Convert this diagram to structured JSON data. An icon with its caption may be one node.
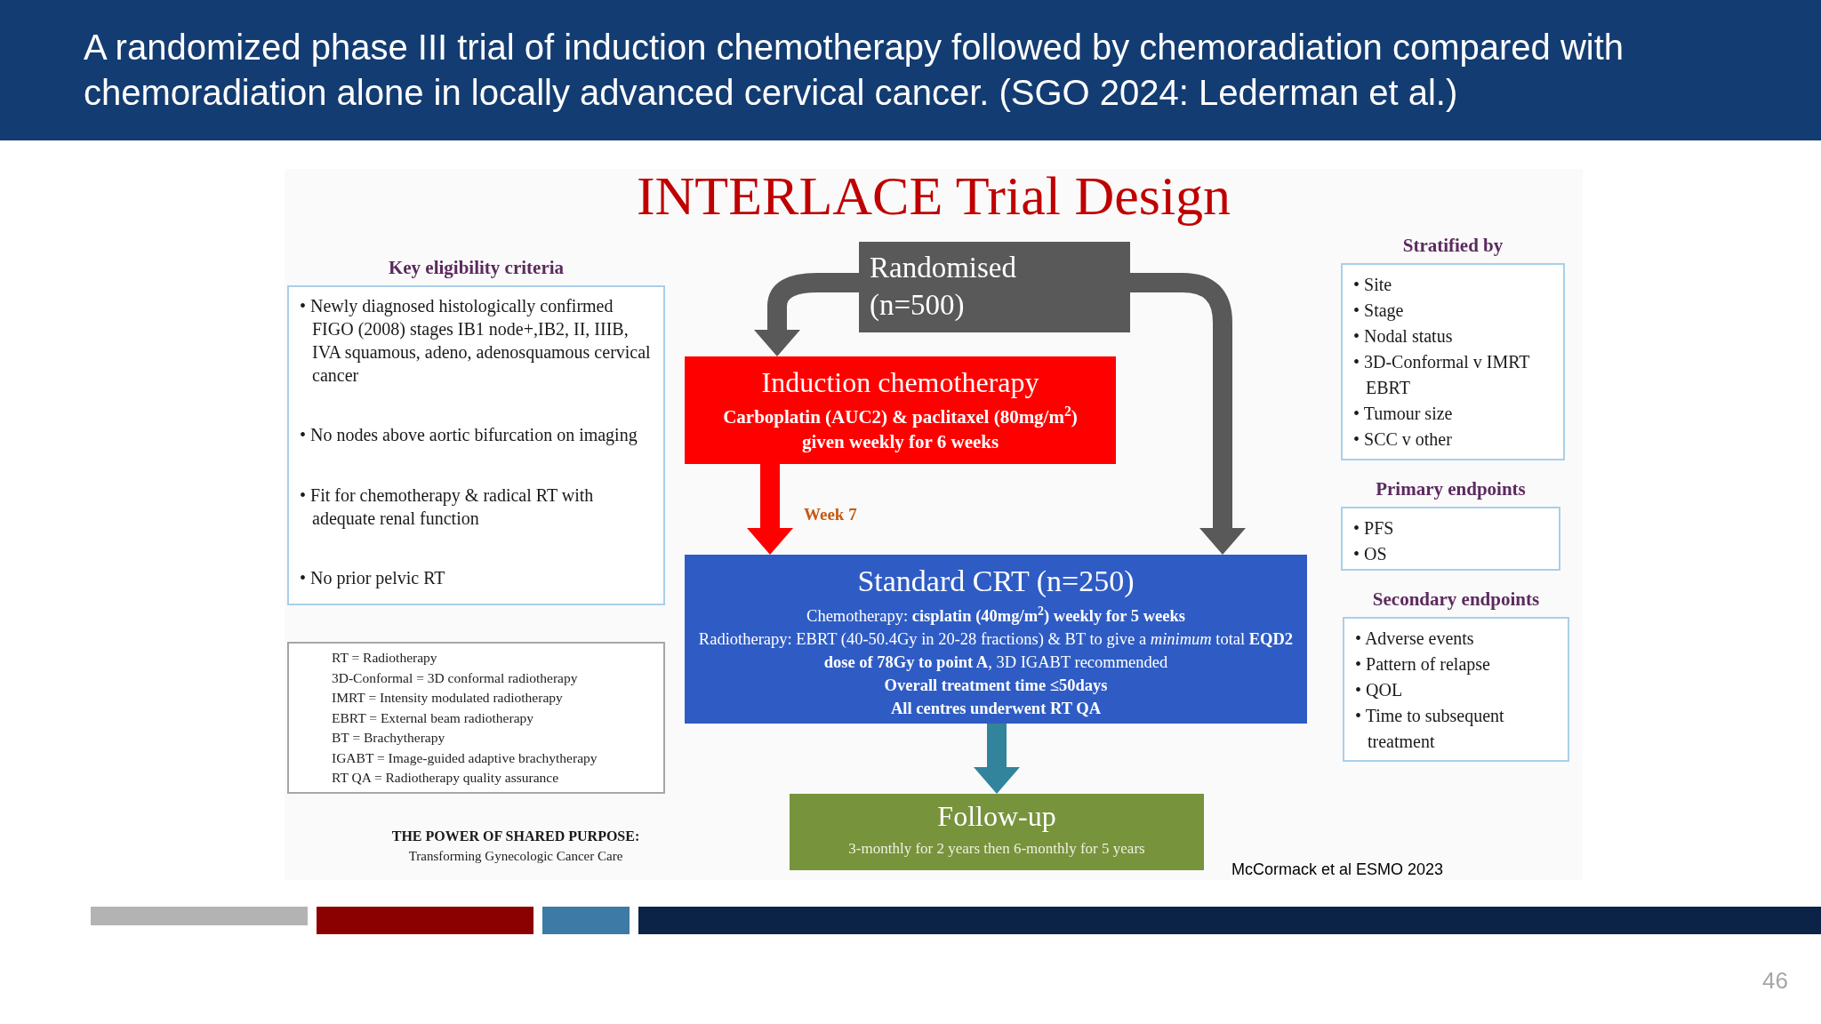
{
  "diagram": {
    "title": "INTERLACE Trial Design",
    "nodes": [
      {
        "text": [
          "Key eligibility criteria",
          "• Newly diagnosed histologically confirmed FIGO (2008) stages IB1 node+,IB2, II, IIIB, IVA squamous, adeno, adenosquamous cervical cancer",
          "• No nodes above aortic bifurcation on imaging",
          "• Fit for chemotherapy & radical RT with adequate renal function",
          "• No prior pelvic RT"
        ]
      },
      {
        "text": [
          "Randomised (n=500)"
        ]
      },
      {
        "text": [
          "Induction chemotherapy",
          "Carboplatin (AUC2) & paclitaxel (80mg/m$^{2}$) given weekly for 6 weeks"
        ]
      },
      {
        "text": [
          "Standard CRT (n=250)",
          "Chemotherapy: **cisplatin (40mg/m$^{2}$) weekly for 5 weeks**",
          "Radiotherapy: EBRT (40-50.4Gy in 20-28 fractions) & BT to give a *minimum* total **EQD2 dose of 78Gy to point A**, 3D IGABT recommended",
          "Overall treatment time ≤50days",
          "All centres underwent RT QA"
        ]
      },
      {
        "text": [
          "RT = Radiotherapy",
          "3D-Conformal = 3D conformal radiotherapy",
          "IMRT = Intensity modulated radiotherapy",
          "EBRT = External beam radiotherapy",
          "BT = Brachytherapy",
          "IGABT = Image-guided adaptive brachytherapy",
          "RT QA = Radiotherapy quality assurance"
        ]
      },
      {
        "text": [
          "Follow-up",
          "3-monthly for 2 years then 6-monthly for 5 years"
        ]
      },
      {
        "text": [
          "Stratified by",
          "• Site",
          "• Stage",
          "• Nodal status",
          "• 3D-Conformal v IMRT EBRT",
          "• Tumour size",
          "• SCC v other"
        ]
      },
      {
        "text": [
          "Primary endpoints",
          "• PFS",
          "• OS"
        ]
      },
      {
        "text": [
          "Secondary endpoints",
          "• Adverse events",
          "• Pattern of relapse",
          "• QOL",
          "• Time to subsequent treatment"
        ]
      }
    ],
    "edges": [
      {
        "from": 1,
        "to": 2,
        "arrow": "to"
      },
      {
        "from": 2,
        "to": 3,
        "arrow": "to",
        "label": "Week 7",
        "color": "#ff0000"
      },
      {
        "from": 1,
        "to": 3,
        "arrow": "to"
      },
      {
        "from": 3,
        "to": 5,
        "arrow": "to",
        "color": "#31849b"
      }
    ],
    "labels": [
      "A randomized phase III trial of induction chemotherapy followed by chemoradiation compared with chemoradiation alone in locally advanced cervical cancer. (SGO 2024: Lederman et al.)",
      "THE POWER OF SHARED PURPOSE:",
      "Transforming Gynecologic Cancer Care",
      "McCormack et al ESMO 2023",
      "46"
    ]
  }
}
